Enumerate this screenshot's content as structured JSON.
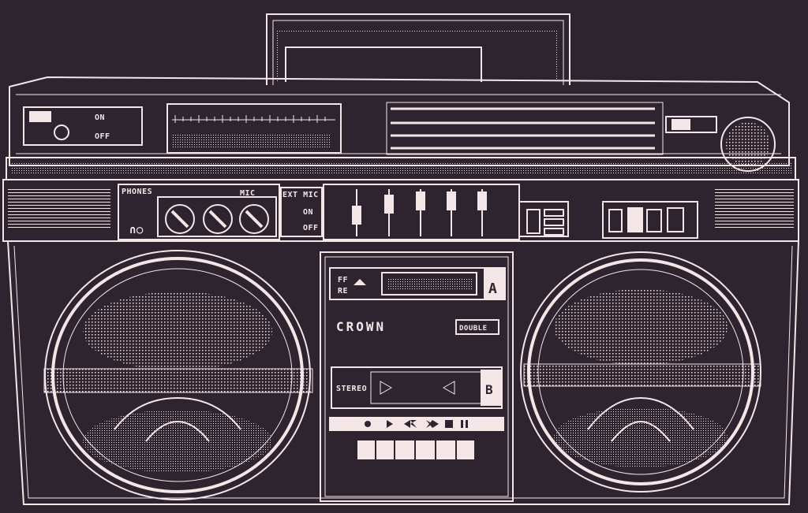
{
  "colors": {
    "background": "#2e2430",
    "ink": "#f4e6e6"
  },
  "labels": {
    "switch_on": "ON",
    "switch_off": "OFF",
    "phones": "PHONES",
    "phones_glyph": "∩○",
    "mic": "MIC",
    "ext_mic": "EXT MIC",
    "ext_on": "ON",
    "ext_off": "OFF",
    "brand": "CROWN",
    "deck_badge": "DOUBLE",
    "deck_a": "A",
    "deck_b": "B",
    "stereo": "STEREO",
    "ff_rew_top": "FF",
    "ff_rew_bottom": "RE"
  },
  "icons": {
    "play": "play-icon",
    "rewind": "rewind-icon",
    "fast_forward": "fast-forward-icon",
    "stop": "stop-icon",
    "pause": "pause-icon",
    "record": "record-icon",
    "eject": "eject-icon"
  }
}
